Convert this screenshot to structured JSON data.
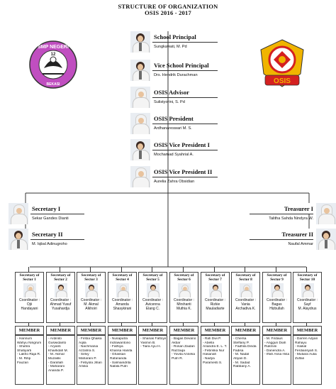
{
  "title": {
    "line1": "STRUCTURE OF ORGANIZATION",
    "line2": "OSIS 2016 - 2017"
  },
  "logos": {
    "school": {
      "ring_text": "SMP NEGERI",
      "number": "12",
      "bottom": "BEKASI",
      "color": "#c04ec0"
    },
    "osis": {
      "text": "OSIS",
      "colors": [
        "#d42020",
        "#f0b400"
      ]
    }
  },
  "center_chain": [
    {
      "role": "School Principal",
      "name": "Sungkawati, M. Pd",
      "photo": "man"
    },
    {
      "role": "Vice School Principal",
      "name": "Drs. Hendrik Durachman",
      "photo": "man"
    },
    {
      "role": "OSIS Advisor",
      "name": "Sulistyorini, S. Pd",
      "photo": "hijab"
    },
    {
      "role": "OSIS President",
      "name": "Ardhanareswari M. S.",
      "photo": "hijab"
    },
    {
      "role": "OSIS Vice President I",
      "name": "Mochamad Syahrial A.",
      "photo": "man"
    },
    {
      "role": "OSIS Vice President II",
      "name": "Aurelia Zahra Obsidian",
      "photo": "hijab"
    }
  ],
  "officers": {
    "secretary1": {
      "role": "Secretary I",
      "name": "Sekar Gandes Dianti",
      "photo": "hijab"
    },
    "secretary2": {
      "role": "Secretary II",
      "name": "M. Iqbal Adinugroho",
      "photo": "man"
    },
    "treasurer1": {
      "role": "Treasurer I",
      "name": "Talitha Sahda Nindyra W.",
      "photo": "hijab"
    },
    "treasurer2": {
      "role": "Treasurer II",
      "name": "Naufal Ammar",
      "photo": "man"
    }
  },
  "sectors": [
    {
      "title1": "Secretary of",
      "title2": "Sector 1",
      "coord_label": "Coordinator :",
      "coordinator": [
        "Ojii",
        "Handayani"
      ],
      "photo": "hijab",
      "member_label": "MEMBER",
      "members": [
        "- Hannum",
        "Wahyu Ningrum",
        "- Shafira",
        "Shafiyarti",
        "- Lakho Raja R.",
        "- M. Rifqi",
        "Fauzan"
      ]
    },
    {
      "title1": "Secretary of",
      "title2": "Sector 2",
      "coord_label": "Coordinator :",
      "coordinator": [
        "Ahmad Yusuf",
        "Yusahardja"
      ],
      "photo": "man",
      "member_label": "MEMBER",
      "members": [
        "- Ardinito",
        "Guswidanto",
        "- Aryanti",
        "Khairlidah M.",
        "- M. Akmal",
        "Muzakki",
        "- Darafiah",
        "- Maharani",
        "Ananda P."
      ]
    },
    {
      "title1": "Secretary of",
      "title2": "Sector 3",
      "coord_label": "Coordinator :",
      "coordinator": [
        "M. Akmal",
        "Alkhoiri"
      ],
      "photo": "man",
      "member_label": "MEMBER",
      "members": [
        "- Firstia Qhaika",
        "Aqila",
        "- Nachmania",
        "Azzahra S.",
        "- Selvy",
        "Maharani P.",
        "- Febyola Jihan",
        "Amilia"
      ]
    },
    {
      "title1": "Secretary of",
      "title2": "Sector 4",
      "coord_label": "Coordinator :",
      "coordinator": [
        "Amanda",
        "Shasykirani"
      ],
      "photo": "hijab",
      "member_label": "MEMBER",
      "members": [
        "- Nusaputra",
        "Indrawantono",
        "- Fathiya",
        "Khansa Hanifa",
        "- Ghassan",
        "Rafananda",
        "- Salmaindrita",
        "Nabila Putri"
      ]
    },
    {
      "title1": "Secretary of",
      "title2": "Sector 5",
      "coord_label": "Coordinator :",
      "coordinator": [
        "Avicenna",
        "Elang C."
      ],
      "photo": "man",
      "member_label": "MEMBER",
      "members": [
        "- Shanas Fattoya",
        "Yasmin B.",
        "- Tiara Ayu H."
      ]
    },
    {
      "title1": "Secretary of",
      "title2": "Sector 6",
      "coord_label": "Coordinator :",
      "coordinator": [
        "Mirshanti",
        "Muthia K."
      ],
      "photo": "hijab",
      "member_label": "MEMBER",
      "members": [
        "- Bagas Devano",
        "Akbar",
        "- Rosan Zaidan",
        "Razzaqa",
        "- Yovita Anneka",
        "Putri R."
      ]
    },
    {
      "title1": "Secretary of",
      "title2": "Sector 7",
      "coord_label": "Coordinator :",
      "coordinator": [
        "Rizkie",
        "Mauladiarte"
      ],
      "photo": "man",
      "member_label": "MEMBER",
      "members": [
        "- Rafi Dwi P.",
        "- Abella",
        "Ariandra E. L. T.",
        "- Febriska Nur",
        "Hasanah",
        "- Nadya",
        "Paramesti S."
      ]
    },
    {
      "title1": "Secretary of",
      "title2": "Sector 8",
      "coord_label": "Coordinator :",
      "coordinator": [
        "Vania",
        "Archadiva K."
      ],
      "photo": "hijab",
      "member_label": "MEMBER",
      "members": [
        "- Chersa",
        "Steffany P.",
        "- Fadhila Dinda",
        "Fadisa",
        "- M. Nadal",
        "Abyan D.",
        "- M. Sadad",
        "Rabbany A."
      ]
    },
    {
      "title1": "Secretary of",
      "title2": "Sector 9",
      "coord_label": "Coordinator :",
      "coordinator": [
        "Bagas",
        "Hizbullah"
      ],
      "photo": "man",
      "member_label": "MEMBER",
      "members": [
        "- M. Firdaus",
        "- Anggun Diah",
        "Rukmini",
        "- Danendra A.",
        "- Iffah Asna Hisa"
      ]
    },
    {
      "title1": "Secretary of",
      "title2": "Sector 10",
      "coord_label": "Coordinator :",
      "coordinator": [
        "Sayf",
        "M. Alaydrus"
      ],
      "photo": "man",
      "member_label": "MEMBER",
      "members": [
        "- Darren Adyan",
        "Rahayu",
        "- Haikal",
        "Ferdiansyah S.",
        "- Mutiara Aulia",
        "Zulfan"
      ]
    }
  ]
}
